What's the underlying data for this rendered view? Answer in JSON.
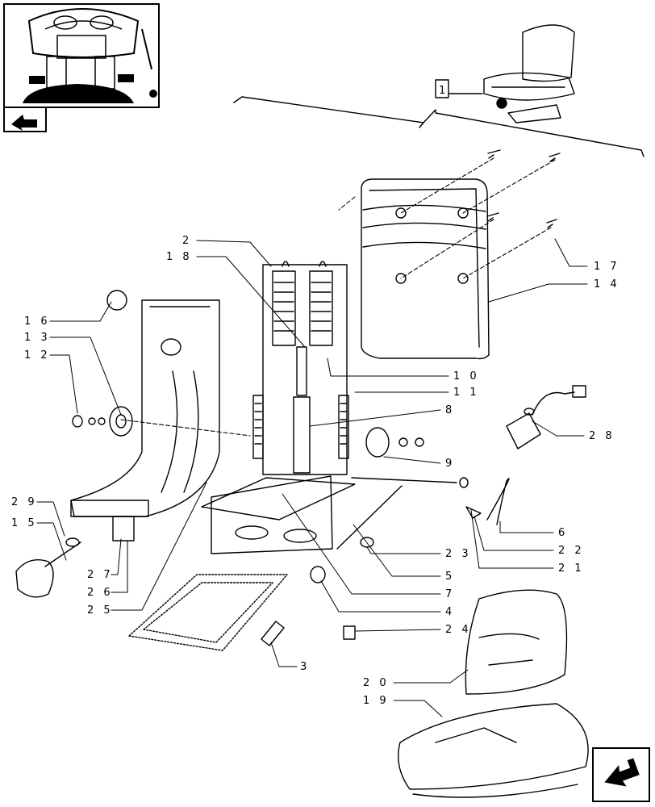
{
  "page": {
    "title": ""
  },
  "reference_box": {
    "label": "1"
  },
  "callouts": [
    {
      "id": "c2",
      "text": "2"
    },
    {
      "id": "c18",
      "text": "1 8"
    },
    {
      "id": "c16",
      "text": "1 6"
    },
    {
      "id": "c13",
      "text": "1 3"
    },
    {
      "id": "c12",
      "text": "1 2"
    },
    {
      "id": "c17",
      "text": "1 7"
    },
    {
      "id": "c14",
      "text": "1 4"
    },
    {
      "id": "c10",
      "text": "1 0"
    },
    {
      "id": "c11",
      "text": "1 1"
    },
    {
      "id": "c8",
      "text": "8"
    },
    {
      "id": "c9",
      "text": "9"
    },
    {
      "id": "c28",
      "text": "2 8"
    },
    {
      "id": "c29",
      "text": "2 9"
    },
    {
      "id": "c15",
      "text": "1 5"
    },
    {
      "id": "c6",
      "text": "6"
    },
    {
      "id": "c22",
      "text": "2 2"
    },
    {
      "id": "c21",
      "text": "2 1"
    },
    {
      "id": "c23",
      "text": "2 3"
    },
    {
      "id": "c27",
      "text": "2 7"
    },
    {
      "id": "c26",
      "text": "2 6"
    },
    {
      "id": "c25",
      "text": "2 5"
    },
    {
      "id": "c5",
      "text": "5"
    },
    {
      "id": "c7",
      "text": "7"
    },
    {
      "id": "c4",
      "text": "4"
    },
    {
      "id": "c24",
      "text": "2 4"
    },
    {
      "id": "c3",
      "text": "3"
    },
    {
      "id": "c20",
      "text": "2 0"
    },
    {
      "id": "c19",
      "text": "1 9"
    }
  ],
  "icons": {
    "thumbnail": "tractor-cab-thumbnail-icon",
    "prev_nav": "previous-page-arrow-icon",
    "next_nav": "next-page-arrow-icon"
  }
}
